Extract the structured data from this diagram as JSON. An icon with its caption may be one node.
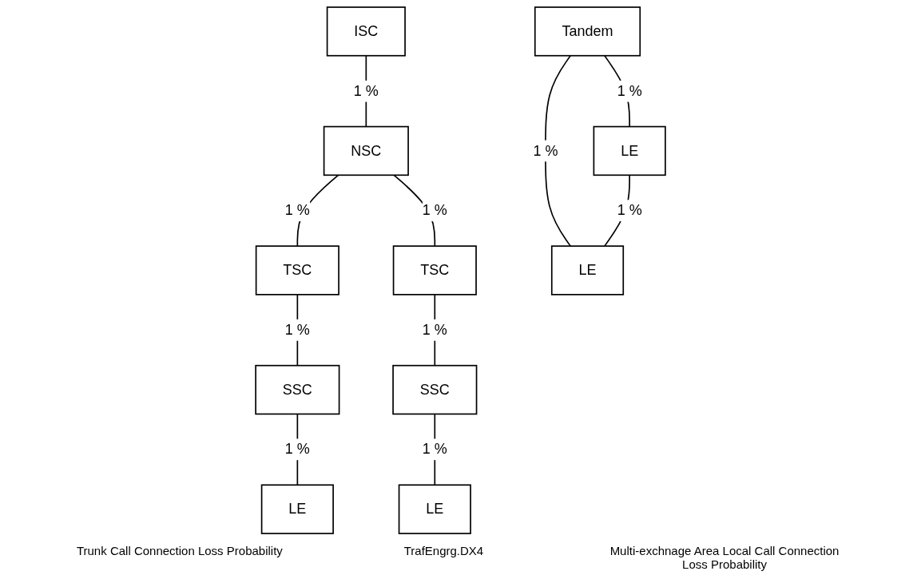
{
  "diagram": {
    "nodes": [
      {
        "text": [
          "ISC"
        ]
      },
      {
        "text": [
          "NSC"
        ]
      },
      {
        "text": [
          "TSC"
        ]
      },
      {
        "text": [
          "TSC"
        ]
      },
      {
        "text": [
          "SSC"
        ]
      },
      {
        "text": [
          "SSC"
        ]
      },
      {
        "text": [
          "LE"
        ]
      },
      {
        "text": [
          "LE"
        ]
      },
      {
        "text": [
          "Tandem"
        ]
      },
      {
        "text": [
          "LE"
        ]
      },
      {
        "text": [
          "LE"
        ]
      }
    ],
    "edges": [
      {
        "from": 0,
        "to": 1,
        "arrow": "none",
        "label": "1 %"
      },
      {
        "from": 1,
        "to": 2,
        "arrow": "none",
        "label": "1 %"
      },
      {
        "from": 1,
        "to": 3,
        "arrow": "none",
        "label": "1 %"
      },
      {
        "from": 2,
        "to": 4,
        "arrow": "none",
        "label": "1 %"
      },
      {
        "from": 3,
        "to": 5,
        "arrow": "none",
        "label": "1 %"
      },
      {
        "from": 4,
        "to": 6,
        "arrow": "none",
        "label": "1 %"
      },
      {
        "from": 5,
        "to": 7,
        "arrow": "none",
        "label": "1 %"
      },
      {
        "from": 8,
        "to": 9,
        "arrow": "none",
        "label": "1 %"
      },
      {
        "from": 8,
        "to": 10,
        "arrow": "none",
        "label": "1 %"
      },
      {
        "from": 9,
        "to": 10,
        "arrow": "none",
        "label": "1 %"
      }
    ],
    "labels": [
      "Trunk Call Connection Loss Probability",
      "TrafEngrg.DX4",
      "Multi-exchnage Area Local Call Connection Loss Probability"
    ]
  }
}
